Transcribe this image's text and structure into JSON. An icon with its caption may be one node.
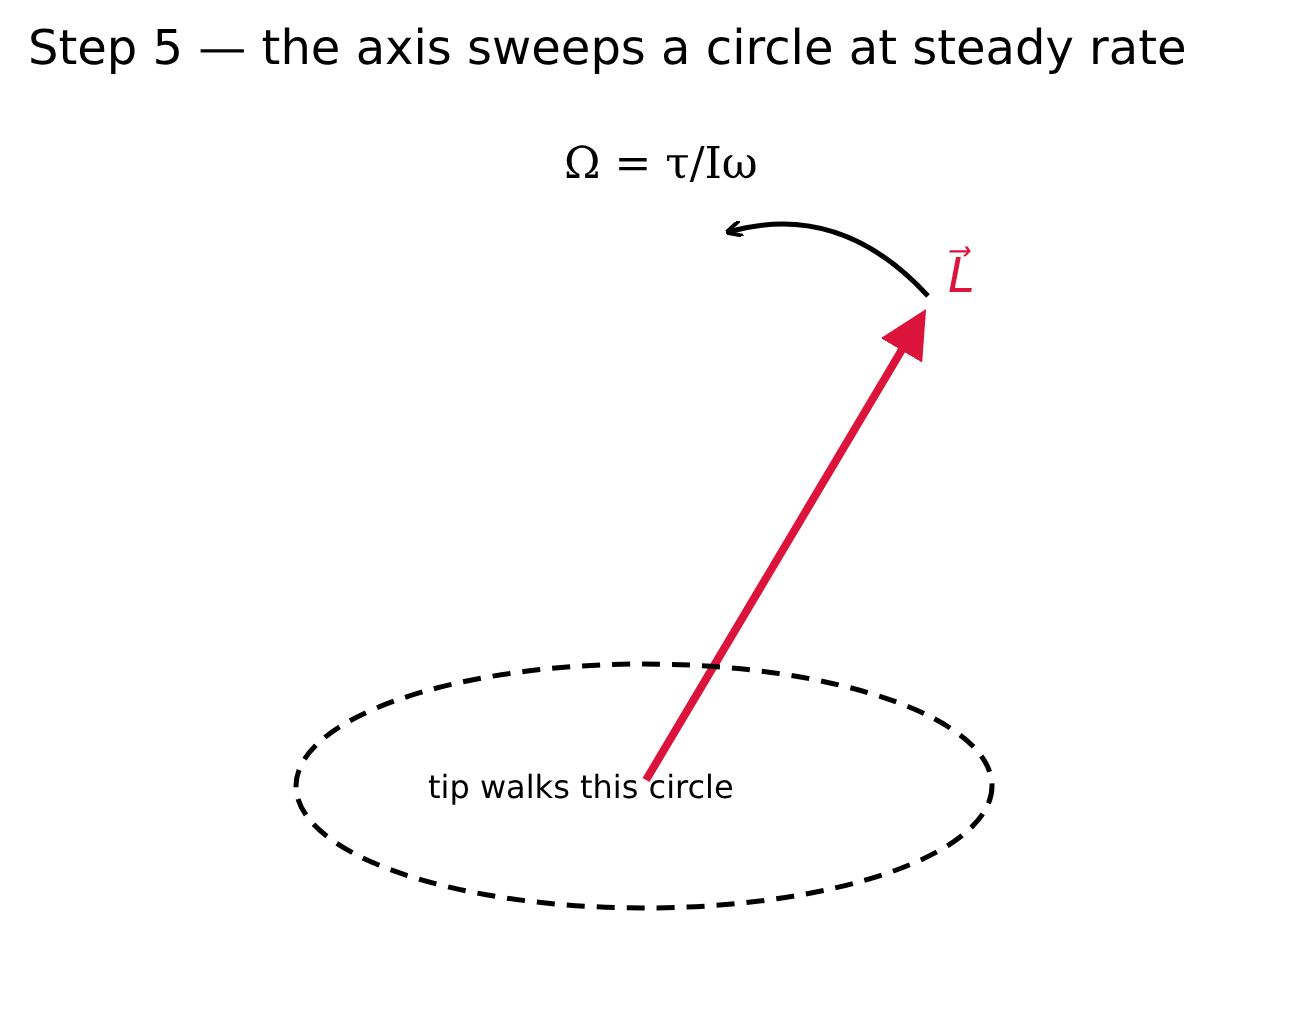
{
  "diagram": {
    "title": "Step 5 — the axis sweeps a circle at steady rate",
    "nodes": [
      {
        "text": [
          "tip walks this circle"
        ]
      }
    ],
    "labels": [
      "Ω = τ/Iω",
      "L⃗"
    ]
  }
}
